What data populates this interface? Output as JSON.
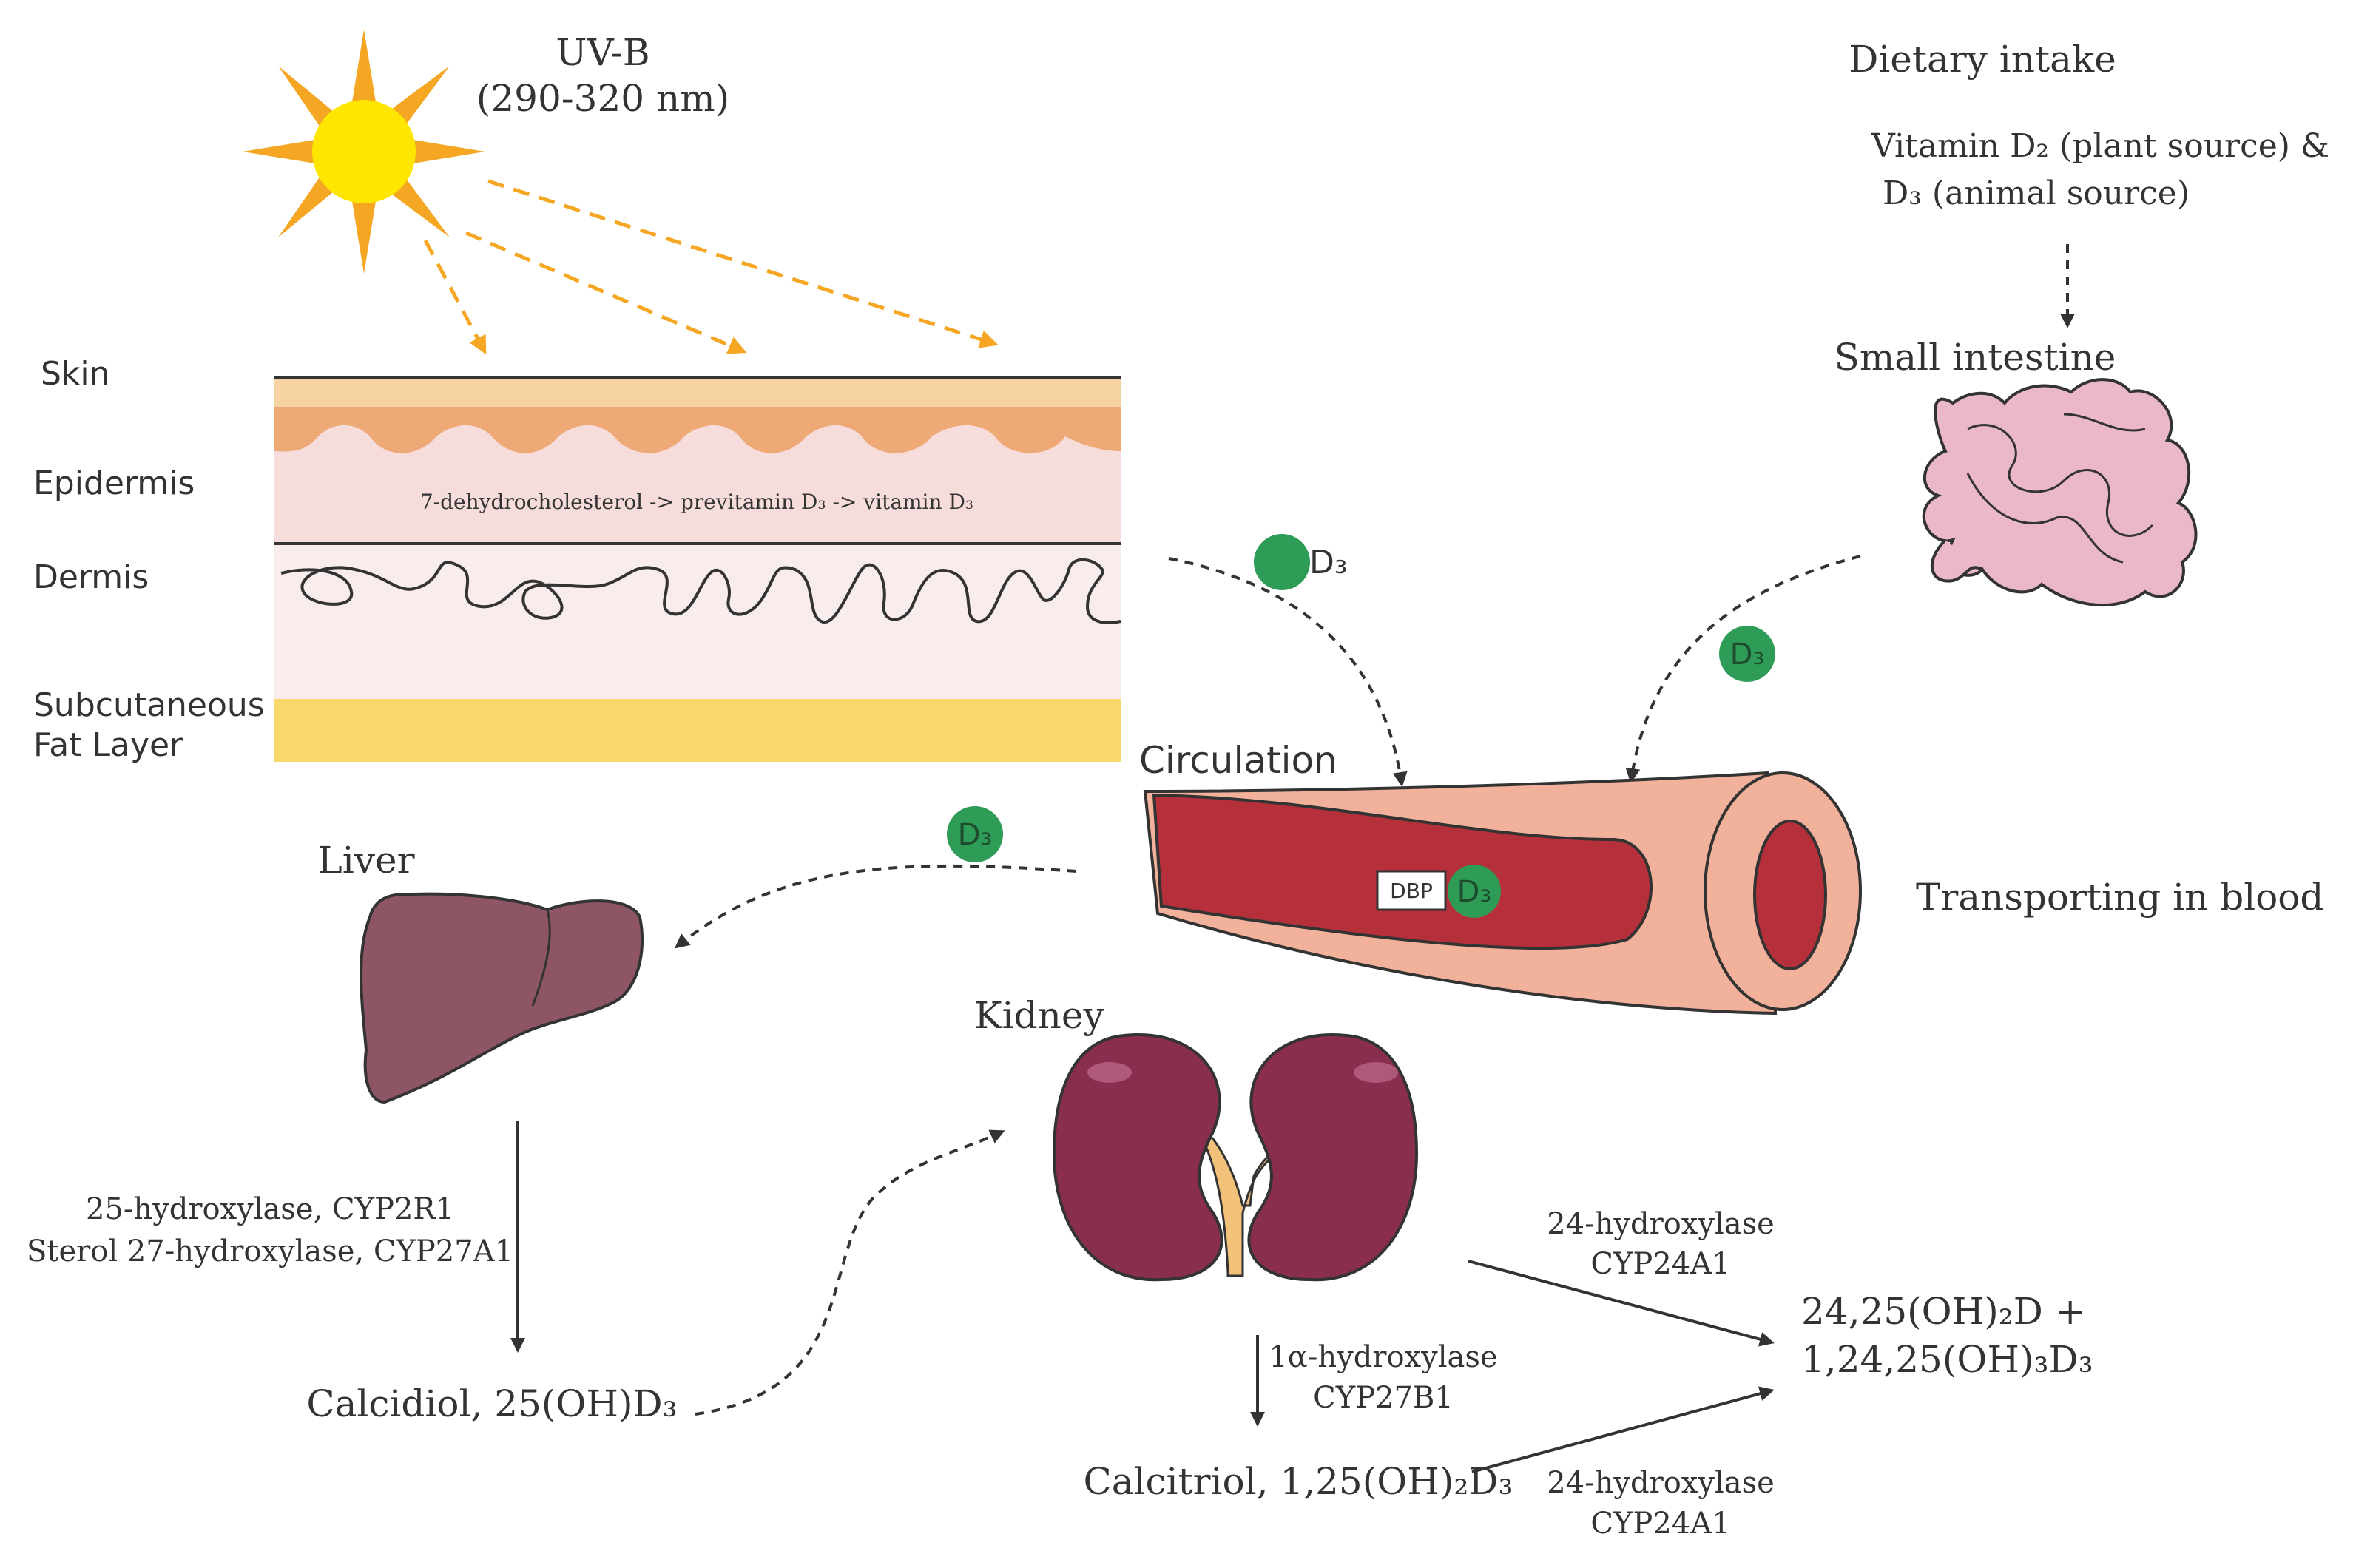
{
  "colors": {
    "sun_core": "#FFE600",
    "sun_ray": "#F5A623",
    "uv_arrow": "#F5A623",
    "skin_top": "#F6D3A2",
    "skin_wave": "#EEA976",
    "epidermis": "#F7DCDC",
    "dermis": "#F8ECEC",
    "fat": "#F8D86C",
    "vessel_outer": "#F2B19A",
    "vessel_inner": "#B5303A",
    "d3_molecule": "#2E9B57",
    "liver": "#8E5565",
    "kidney": "#8A2E4F",
    "ureter": "#F2C27A",
    "intestine": "#EBB8C9"
  },
  "icons": {
    "sun": "sun-icon",
    "liver": "liver-icon",
    "kidney": "kidney-icon",
    "intestine": "intestine-icon",
    "vessel": "blood-vessel-icon",
    "molecule": "d3-molecule-icon"
  },
  "uvb": {
    "line1": "UV-B",
    "line2": "(290-320 nm)"
  },
  "skin_layers": {
    "skin": "Skin",
    "epidermis": "Epidermis",
    "dermis": "Dermis",
    "fat_line1": "Subcutaneous",
    "fat_line2": "Fat Layer",
    "reaction": "7-dehydrocholesterol -> previtamin D₃ -> vitamin D₃"
  },
  "dietary": {
    "title": "Dietary intake",
    "line1": "Vitamin D₂ (plant source) &",
    "line2": "D₃ (animal source)",
    "organ": "Small intestine"
  },
  "molecules": {
    "d3": "D₃",
    "dbp": "DBP"
  },
  "circulation": {
    "label": "Circulation",
    "transport": "Transporting in blood"
  },
  "liver": {
    "label": "Liver",
    "enzyme_line1": "25-hydroxylase, CYP2R1",
    "enzyme_line2": "Sterol 27-hydroxylase, CYP27A1",
    "product": "Calcidiol, 25(OH)D₃"
  },
  "kidney": {
    "label": "Kidney",
    "enzyme_line1": "1α-hydroxylase",
    "enzyme_line2": "CYP27B1",
    "product": "Calcitriol, 1,25(OH)₂D₃"
  },
  "catabolism": {
    "upper_enzyme_line1": "24-hydroxylase",
    "upper_enzyme_line2": "CYP24A1",
    "lower_enzyme_line1": "24-hydroxylase",
    "lower_enzyme_line2": "CYP24A1",
    "product_line1": "24,25(OH)₂D +",
    "product_line2": "1,24,25(OH)₃D₃"
  }
}
